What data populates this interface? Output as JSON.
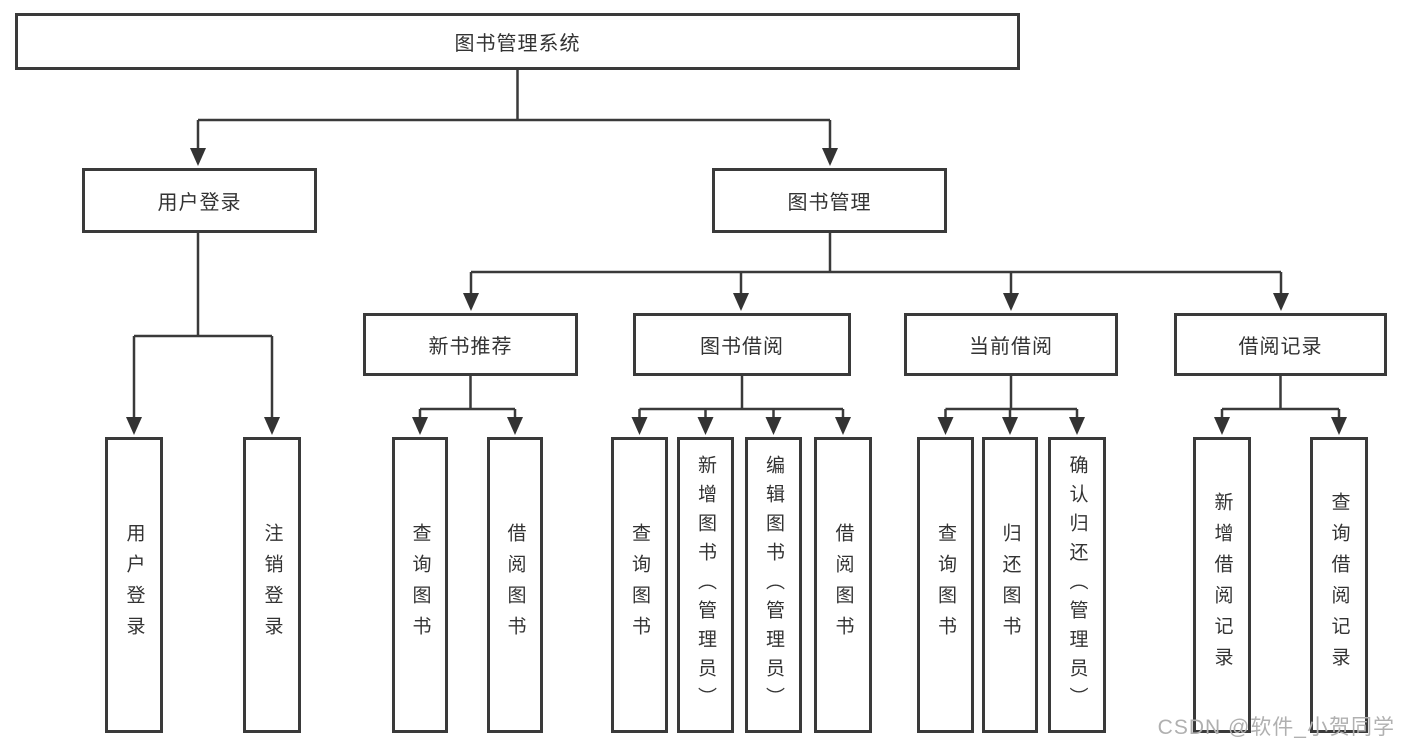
{
  "watermark": "CSDN @软件_小贺同学",
  "colors": {
    "line": "#3a3a3a",
    "box_border": "#3a3a3a",
    "text": "#333333",
    "watermark_text": "#b0b0b0",
    "background": "#ffffff"
  },
  "tree": {
    "root": "图书管理系统",
    "branches": [
      {
        "label": "用户登录",
        "children": [
          {
            "label": "用户登录"
          },
          {
            "label": "注销登录"
          }
        ]
      },
      {
        "label": "图书管理",
        "children": [
          {
            "label": "新书推荐",
            "children": [
              {
                "label": "查询图书"
              },
              {
                "label": "借阅图书"
              }
            ]
          },
          {
            "label": "图书借阅",
            "children": [
              {
                "label": "查询图书"
              },
              {
                "label": "新增图书（管理员）"
              },
              {
                "label": "编辑图书（管理员）"
              },
              {
                "label": "借阅图书"
              }
            ]
          },
          {
            "label": "当前借阅",
            "children": [
              {
                "label": "查询图书"
              },
              {
                "label": "归还图书"
              },
              {
                "label": "确认归还（管理员）"
              }
            ]
          },
          {
            "label": "借阅记录",
            "children": [
              {
                "label": "新增借阅记录"
              },
              {
                "label": "查询借阅记录"
              }
            ]
          }
        ]
      }
    ]
  }
}
